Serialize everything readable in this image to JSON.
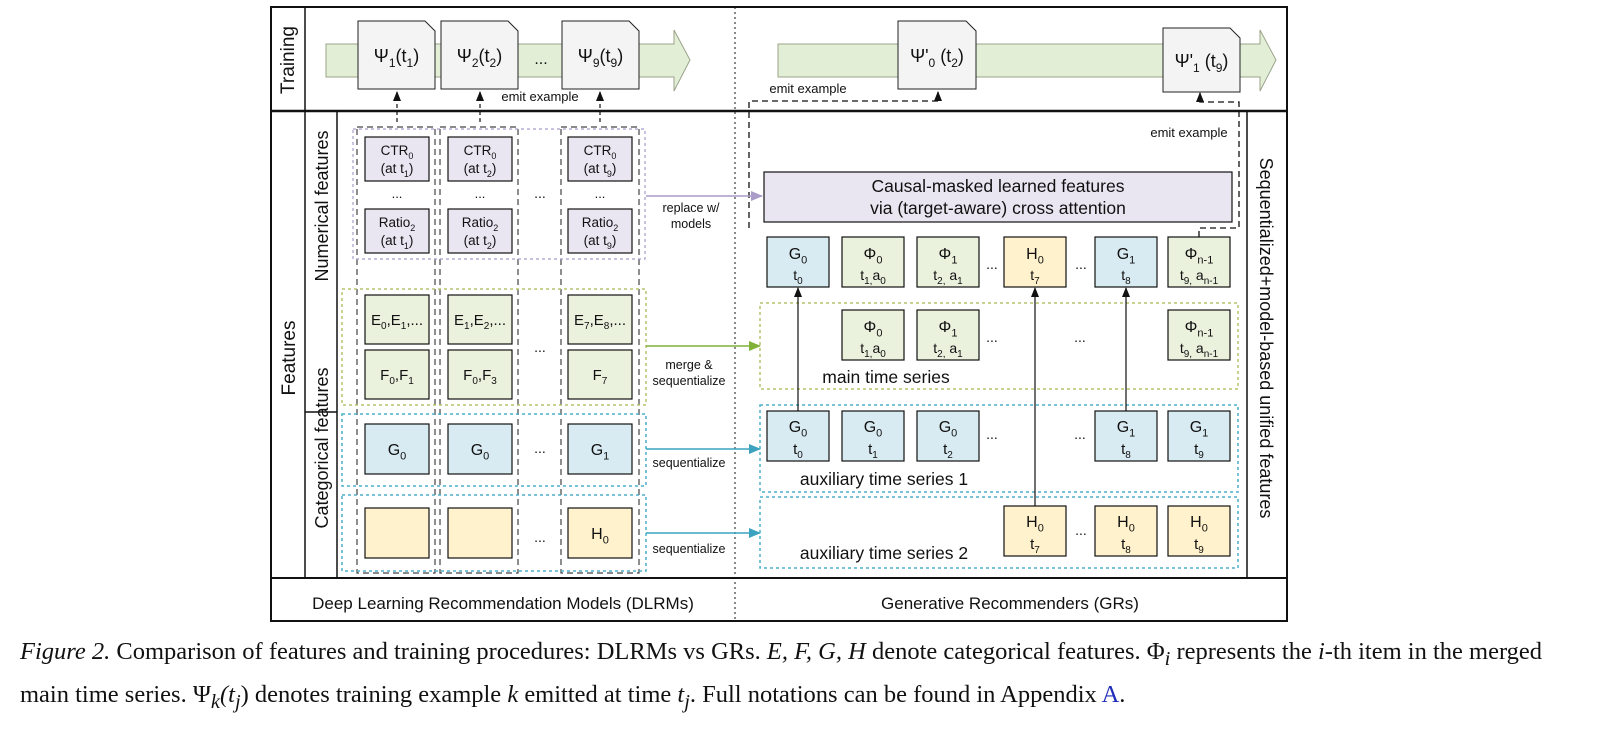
{
  "sections": {
    "training_label": "Training",
    "features_label": "Features",
    "numerical_label": "Numerical features",
    "categorical_label": "Categorical features",
    "unified_label": "Sequentialized+model-based unified features",
    "dlrm_footer": "Deep Learning Recommendation Models (DLRMs)",
    "gr_footer": "Generative Recommenders (GRs)"
  },
  "training": {
    "left_examples": [
      {
        "base": "Ψ",
        "sub": "1",
        "arg": "(t",
        "argsub": "1",
        "end": ")"
      },
      {
        "base": "Ψ",
        "sub": "2",
        "arg": "(t",
        "argsub": "2",
        "end": ")"
      },
      {
        "base": "Ψ",
        "sub": "9",
        "arg": "(t",
        "argsub": "9",
        "end": ")"
      }
    ],
    "left_ellipsis": "...",
    "right_examples": [
      {
        "base": "Ψ'",
        "sub": "0",
        "arg": " (t",
        "argsub": "2",
        "end": ")"
      },
      {
        "base": "Ψ'",
        "sub": "1",
        "arg": " (t",
        "argsub": "9",
        "end": ")"
      }
    ],
    "emit_example": "emit example"
  },
  "dlrm": {
    "numerical_columns": [
      {
        "top": "CTR",
        "top_sub": "0",
        "top_at": "(at t",
        "top_at_sub": "1",
        "bottom": "Ratio",
        "bottom_sub": "2",
        "bottom_at": "(at t",
        "bottom_at_sub": "1"
      },
      {
        "top": "CTR",
        "top_sub": "0",
        "top_at": "(at t",
        "top_at_sub": "2",
        "bottom": "Ratio",
        "bottom_sub": "2",
        "bottom_at": "(at t",
        "bottom_at_sub": "2"
      },
      {
        "top": "CTR",
        "top_sub": "0",
        "top_at": "(at t",
        "top_at_sub": "9",
        "bottom": "Ratio",
        "bottom_sub": "2",
        "bottom_at": "(at t",
        "bottom_at_sub": "9"
      }
    ],
    "inner_ellipsis": "...",
    "col_ellipsis": "...",
    "ef_rows": [
      [
        [
          "E",
          "0",
          ",E",
          "1",
          ",..."
        ],
        [
          "E",
          "1",
          ",E",
          "2",
          ",..."
        ],
        [
          "E",
          "7",
          ",E",
          "8",
          ",..."
        ]
      ],
      [
        [
          "F",
          "0",
          ",F",
          "1",
          ""
        ],
        [
          "F",
          "0",
          ",F",
          "3",
          ""
        ],
        [
          "F",
          "7",
          "",
          "",
          ""
        ]
      ]
    ],
    "g_row": [
      [
        "G",
        "0"
      ],
      [
        "G",
        "0"
      ],
      [
        "G",
        "1"
      ]
    ],
    "h_row": [
      [
        "",
        ""
      ],
      [
        "",
        ""
      ],
      [
        "H",
        "0"
      ]
    ]
  },
  "transforms": {
    "replace": [
      "replace w/",
      "models"
    ],
    "merge": [
      "merge &",
      "sequentialize"
    ],
    "seq1": "sequentialize",
    "seq2": "sequentialize"
  },
  "gr": {
    "cross_attention": [
      "Causal-masked learned features",
      "via (target-aware) cross attention"
    ],
    "unified_row": [
      {
        "l1": [
          "G",
          "0"
        ],
        "l2": [
          "t",
          "0"
        ],
        "color": "#d9ebf2"
      },
      {
        "l1": [
          "Φ",
          "0"
        ],
        "l2": [
          "t",
          "1,",
          "a",
          "0"
        ],
        "color": "#eaf1dd"
      },
      {
        "l1": [
          "Φ",
          "1"
        ],
        "l2": [
          "t",
          "2,",
          " a",
          "1"
        ],
        "color": "#eaf1dd"
      },
      {
        "l1": [
          "H",
          "0"
        ],
        "l2": [
          "t",
          "7"
        ],
        "color": "#fff2cc"
      },
      {
        "l1": [
          "G",
          "1"
        ],
        "l2": [
          "t",
          "8"
        ],
        "color": "#d9ebf2"
      },
      {
        "l1": [
          "Φ",
          "n-1"
        ],
        "l2": [
          "t",
          "9,",
          " a",
          "n-1"
        ],
        "color": "#eaf1dd"
      }
    ],
    "main_row": [
      {
        "l1": [
          "Φ",
          "0"
        ],
        "l2": [
          "t",
          "1,",
          "a",
          "0"
        ]
      },
      {
        "l1": [
          "Φ",
          "1"
        ],
        "l2": [
          "t",
          "2,",
          " a",
          "1"
        ]
      },
      {
        "l1": [
          "Φ",
          "n-1"
        ],
        "l2": [
          "t",
          "9,",
          " a",
          "n-1"
        ]
      }
    ],
    "aux1_row": [
      {
        "l1": [
          "G",
          "0"
        ],
        "l2": [
          "t",
          "0"
        ]
      },
      {
        "l1": [
          "G",
          "0"
        ],
        "l2": [
          "t",
          "1"
        ]
      },
      {
        "l1": [
          "G",
          "0"
        ],
        "l2": [
          "t",
          "2"
        ]
      },
      {
        "l1": [
          "G",
          "1"
        ],
        "l2": [
          "t",
          "8"
        ]
      },
      {
        "l1": [
          "G",
          "1"
        ],
        "l2": [
          "t",
          "9"
        ]
      }
    ],
    "aux2_row": [
      {
        "l1": [
          "H",
          "0"
        ],
        "l2": [
          "t",
          "7"
        ]
      },
      {
        "l1": [
          "H",
          "0"
        ],
        "l2": [
          "t",
          "8"
        ]
      },
      {
        "l1": [
          "H",
          "0"
        ],
        "l2": [
          "t",
          "9"
        ]
      }
    ],
    "ellipsis": "...",
    "main_label": "main time series",
    "aux1_label": "auxiliary time series 1",
    "aux2_label": "auxiliary time series 2"
  },
  "caption": {
    "fig_label": "Figure 2.",
    "part1": " Comparison of features and training procedures: DLRMs vs GRs. ",
    "math1": "E, F, G, H",
    "part2": " denote categorical features. ",
    "math2": "Φ",
    "math2_sub": "i",
    "part3": " represents the ",
    "math3": "i",
    "part4": "-th item in the merged main time series. ",
    "math4": "Ψ",
    "math4_sub": "k",
    "math4_arg": "(t",
    "math4_arg_sub": "j",
    "math4_end": ")",
    "part5": " denotes training example ",
    "math5": "k",
    "part6": " emitted at time ",
    "math6": "t",
    "math6_sub": "j",
    "part7": ". Full notations can be found in Appendix ",
    "link": "A",
    "part8": "."
  },
  "colors": {
    "blue": "#d9ebf2",
    "green": "#eaf1dd",
    "yellow": "#fff2cc",
    "purple": "#e9e6f2",
    "arrow_green": "#7fb237",
    "arrow_teal": "#3ba3c0",
    "arrow_purple": "#a99cc9"
  }
}
